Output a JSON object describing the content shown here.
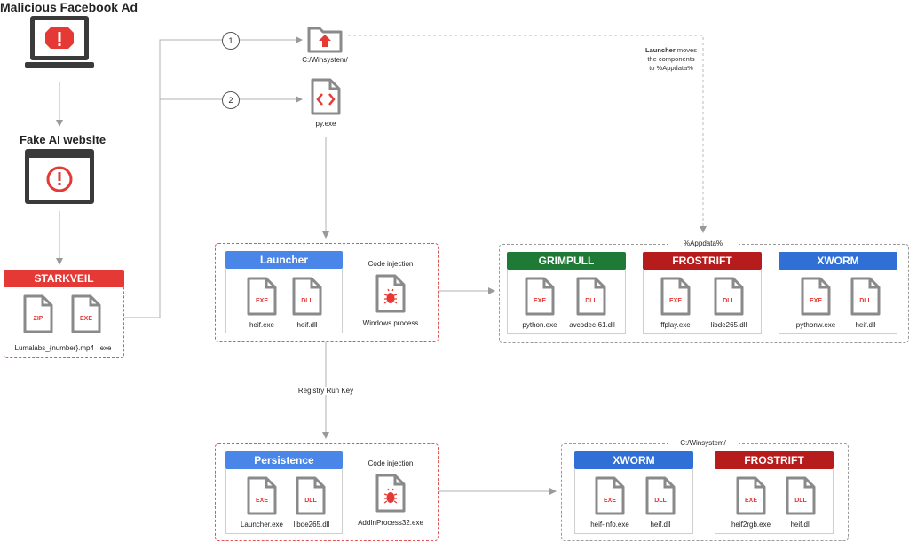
{
  "colors": {
    "red": "#e53935",
    "dark_red": "#b71c1c",
    "blue": "#2f6fd6",
    "light_blue": "#4a86e8",
    "green": "#1e7a35",
    "gray": "#8a8a8a"
  },
  "top": {
    "ad_title": "Malicious Facebook Ad",
    "site_title": "Fake AI website"
  },
  "starkveil": {
    "header": "STARKVEIL",
    "files": [
      {
        "tag": "ZIP"
      },
      {
        "tag": "EXE"
      }
    ],
    "caption": "Lumalabs_{number}.mp4  .exe"
  },
  "steps": {
    "one": "1",
    "two": "2"
  },
  "winsystem_folder": "C:/Winsystem/",
  "py_exe": "py.exe",
  "move_note": {
    "bold": "Launcher",
    "rest1": " moves",
    "line2": "the components",
    "line3": "to %Appdata%"
  },
  "launcher": {
    "header": "Launcher",
    "files": [
      {
        "tag": "EXE",
        "name": "heif.exe"
      },
      {
        "tag": "DLL",
        "name": "heif.dll"
      }
    ],
    "injection_label": "Code injection",
    "injection_target": "Windows process"
  },
  "appdata": {
    "title": "%Appdata%",
    "groups": [
      {
        "header": "GRIMPULL",
        "files": [
          {
            "tag": "EXE",
            "name": "python.exe"
          },
          {
            "tag": "DLL",
            "name": "avcodec-61.dll"
          }
        ]
      },
      {
        "header": "FROSTRIFT",
        "files": [
          {
            "tag": "EXE",
            "name": "ffplay.exe"
          },
          {
            "tag": "DLL",
            "name": "libde265.dll"
          }
        ]
      },
      {
        "header": "XWORM",
        "files": [
          {
            "tag": "EXE",
            "name": "pythonw.exe"
          },
          {
            "tag": "DLL",
            "name": "heif.dll"
          }
        ]
      }
    ]
  },
  "registry_label": "Registry Run Key",
  "persistence": {
    "header": "Persistence",
    "files": [
      {
        "tag": "EXE",
        "name": "Launcher.exe"
      },
      {
        "tag": "DLL",
        "name": "libde265.dll"
      }
    ],
    "injection_label": "Code injection",
    "injection_target": "AddInProcess32.exe"
  },
  "winsystem2": {
    "title": "C:/Winsystem/",
    "groups": [
      {
        "header": "XWORM",
        "files": [
          {
            "tag": "EXE",
            "name": "heif-info.exe"
          },
          {
            "tag": "DLL",
            "name": "heif.dll"
          }
        ]
      },
      {
        "header": "FROSTRIFT",
        "files": [
          {
            "tag": "EXE",
            "name": "heif2rgb.exe"
          },
          {
            "tag": "DLL",
            "name": "heif.dll"
          }
        ]
      }
    ]
  }
}
